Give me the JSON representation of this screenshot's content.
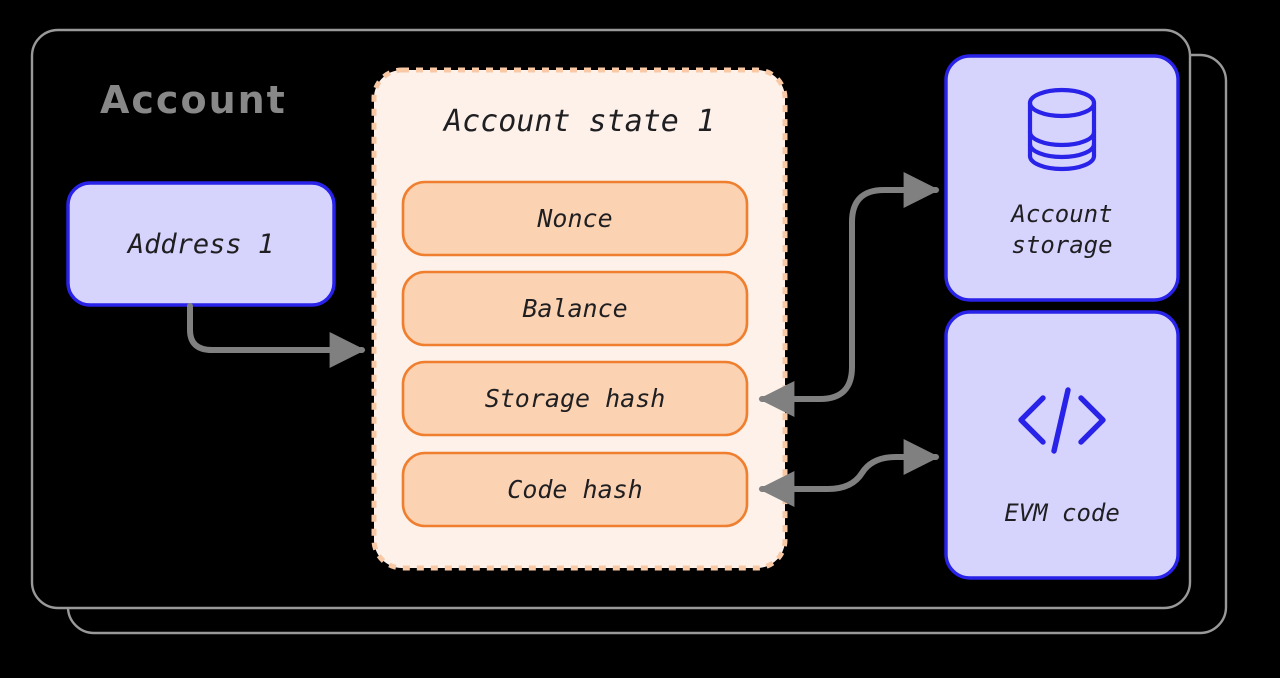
{
  "diagram": {
    "title": "Account",
    "containers": {
      "account_group_label": "Account",
      "account_state": {
        "title": "Account state 1",
        "border_style": "dashed",
        "border_color": "#f9c9a6",
        "background_color": "#fdf1ea"
      }
    },
    "address_node": {
      "label": "Address 1",
      "fill": "#d6d3fd",
      "stroke": "#2922e8"
    },
    "state_fields": [
      {
        "label": "Nonce",
        "fill": "#fbd2b2",
        "stroke": "#ef7f2e"
      },
      {
        "label": "Balance",
        "fill": "#fbd2b2",
        "stroke": "#ef7f2e"
      },
      {
        "label": "Storage hash",
        "fill": "#fbd2b2",
        "stroke": "#ef7f2e"
      },
      {
        "label": "Code hash",
        "fill": "#fbd2b2",
        "stroke": "#ef7f2e"
      }
    ],
    "side_nodes": [
      {
        "label_line1": "Account",
        "label_line2": "storage",
        "icon": "database-icon",
        "fill": "#d6d3fd",
        "stroke": "#2922e8"
      },
      {
        "label_line1": "EVM code",
        "label_line2": "",
        "icon": "code-icon",
        "fill": "#d6d3fd",
        "stroke": "#2922e8"
      }
    ],
    "connectors": [
      {
        "from": "Address 1",
        "to": "Account state 1",
        "direction": "forward"
      },
      {
        "from": "Storage hash",
        "to": "Account storage",
        "direction": "both"
      },
      {
        "from": "Code hash",
        "to": "EVM code",
        "direction": "both"
      }
    ],
    "colors": {
      "background": "#000000",
      "arrow": "#808080",
      "outline": "#999999",
      "accent_blue": "#2922e8",
      "accent_orange": "#ef7f2e",
      "muted_text": "#888888"
    }
  }
}
